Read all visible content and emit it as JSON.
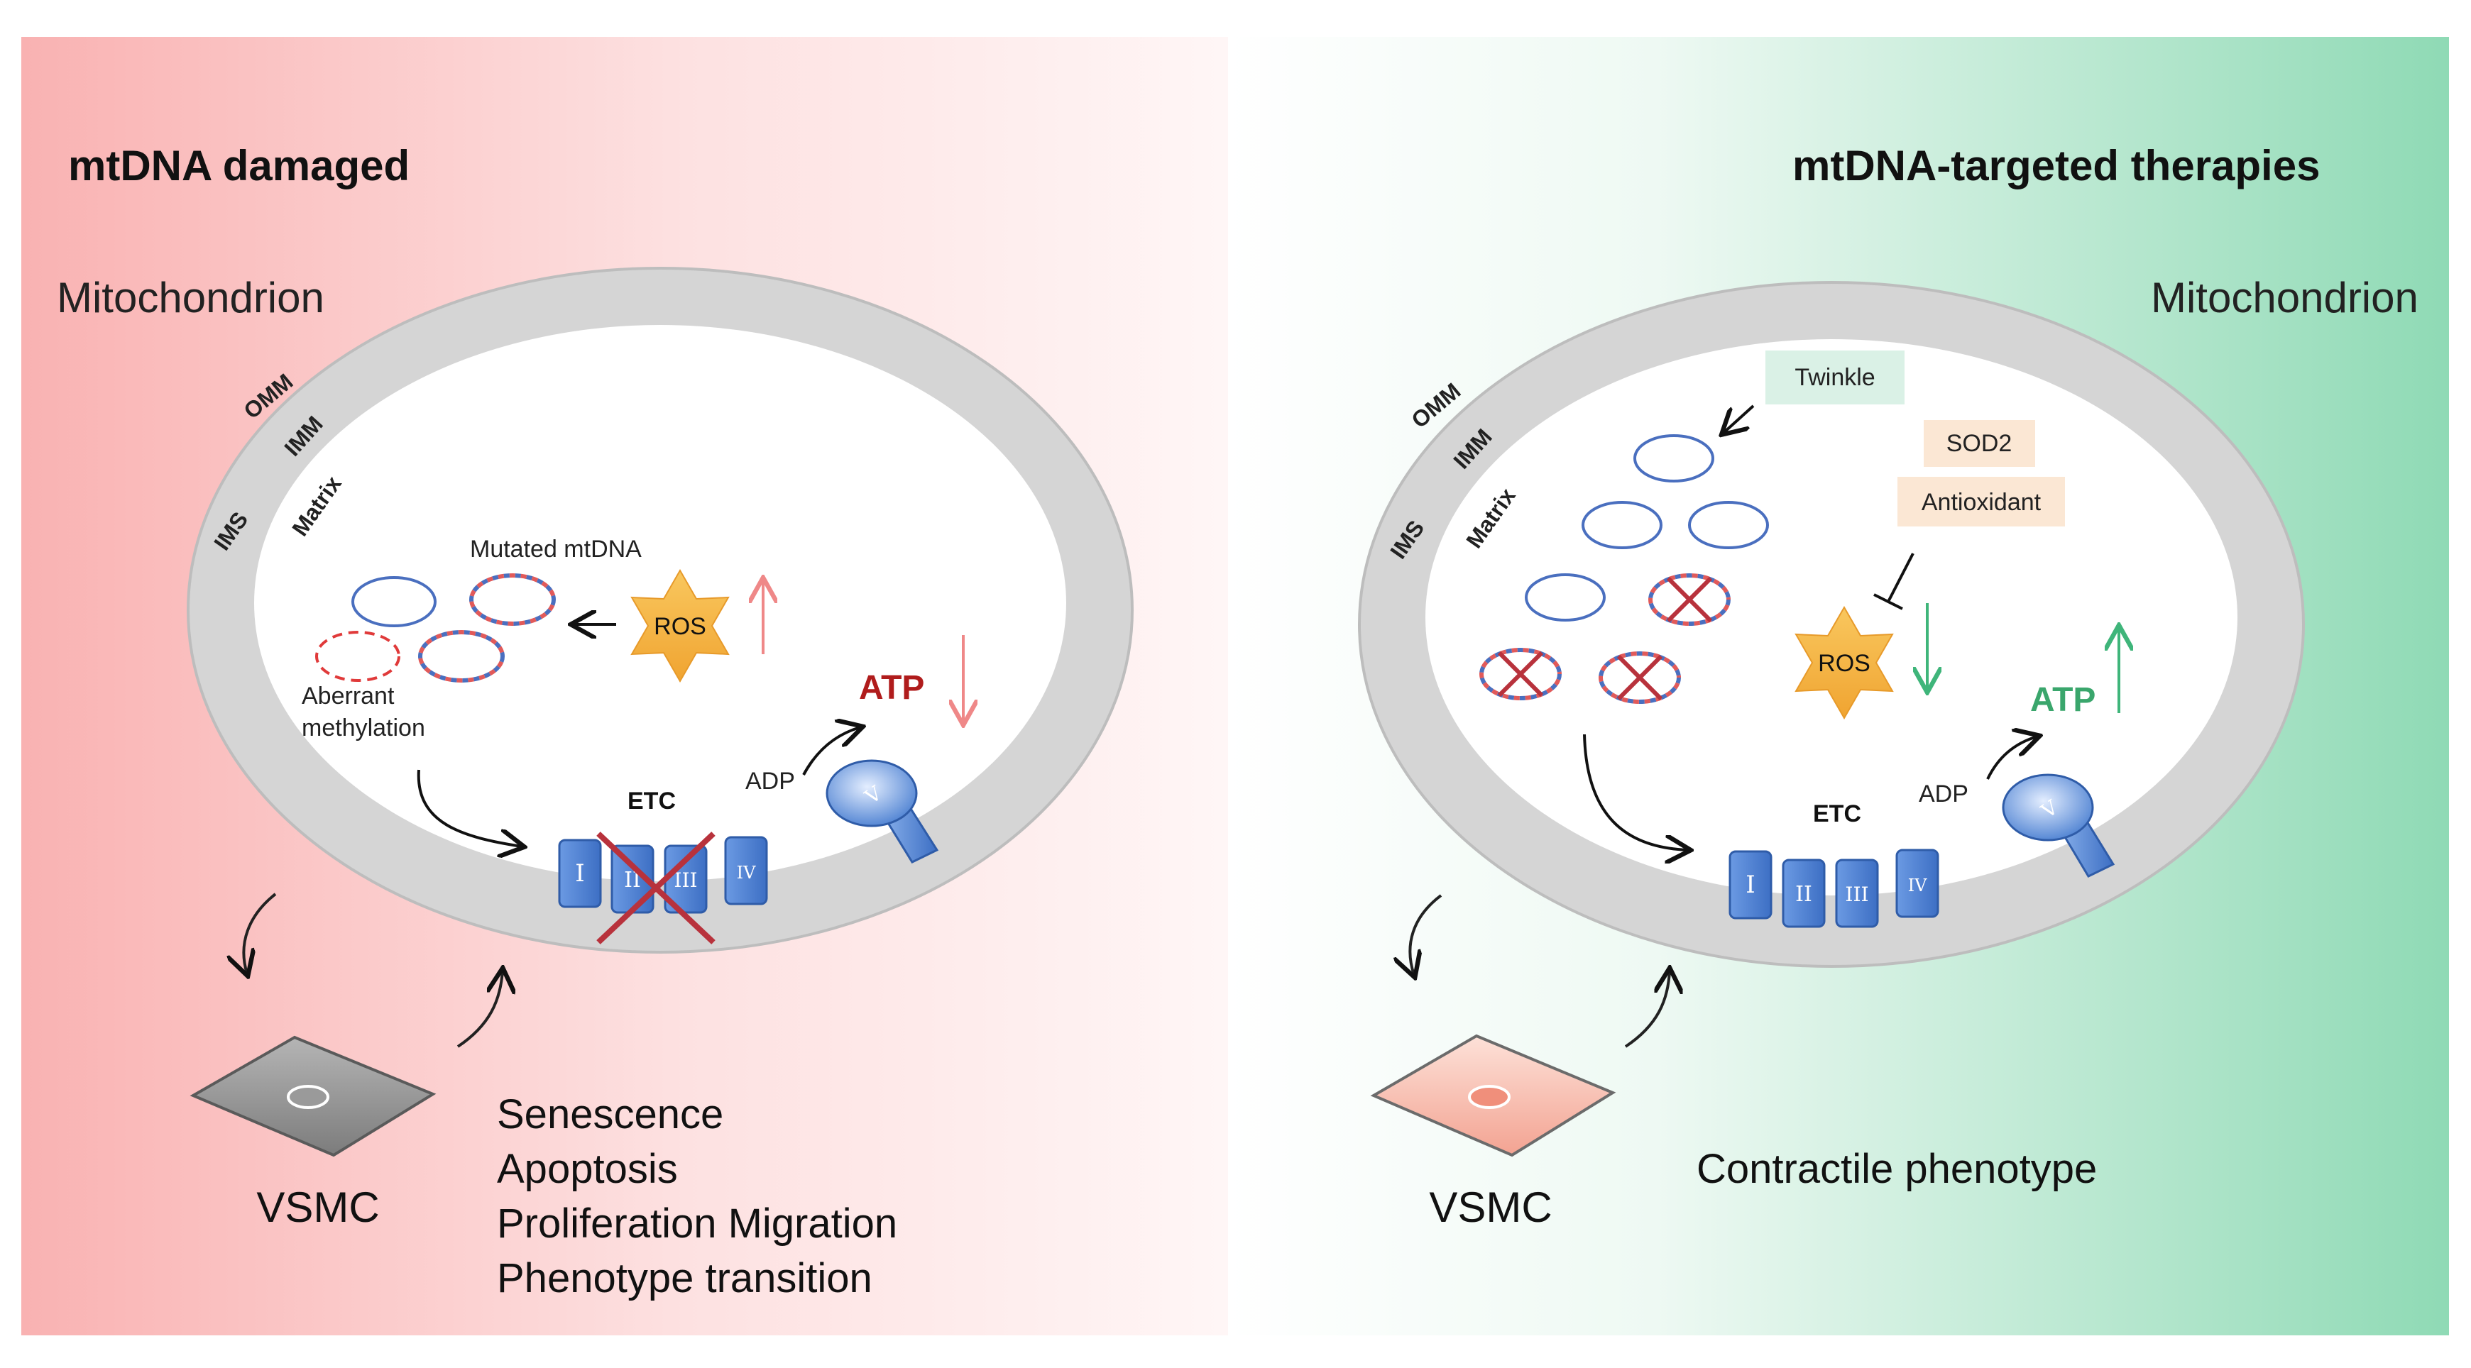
{
  "left": {
    "title": "mtDNA damaged",
    "compartment": "Mitochondrion",
    "membranes": {
      "omm": "OMM",
      "imm": "IMM",
      "ims": "IMS",
      "matrix": "Matrix"
    },
    "mutated_label": "Mutated mtDNA",
    "aberrant_line1": "Aberrant",
    "aberrant_line2": "methylation",
    "ros": "ROS",
    "atp": "ATP",
    "adp": "ADP",
    "etc": "ETC",
    "complexes": [
      "I",
      "II",
      "III",
      "IV"
    ],
    "synthase": "V",
    "cell": "VSMC",
    "outcomes": [
      "Senescence",
      "Apoptosis",
      "Proliferation Migration",
      "Phenotype transition"
    ]
  },
  "right": {
    "title": "mtDNA-targeted therapies",
    "compartment": "Mitochondrion",
    "membranes": {
      "omm": "OMM",
      "imm": "IMM",
      "ims": "IMS",
      "matrix": "Matrix"
    },
    "twinkle": "Twinkle",
    "sod2": "SOD2",
    "antioxidant": "Antioxidant",
    "ros": "ROS",
    "atp": "ATP",
    "adp": "ADP",
    "etc": "ETC",
    "complexes": [
      "I",
      "II",
      "III",
      "IV"
    ],
    "synthase": "V",
    "cell": "VSMC",
    "outcome": "Contractile phenotype"
  },
  "colors": {
    "left_bg": "#f9b7b7",
    "right_bg": "#95dcb9",
    "membrane": "#d4d4d4",
    "complex": "#4a7fd1",
    "ros_star": "#f6b441",
    "atp_down": "#b01c1c",
    "atp_up": "#3aa66c",
    "cross": "#b8323c"
  }
}
